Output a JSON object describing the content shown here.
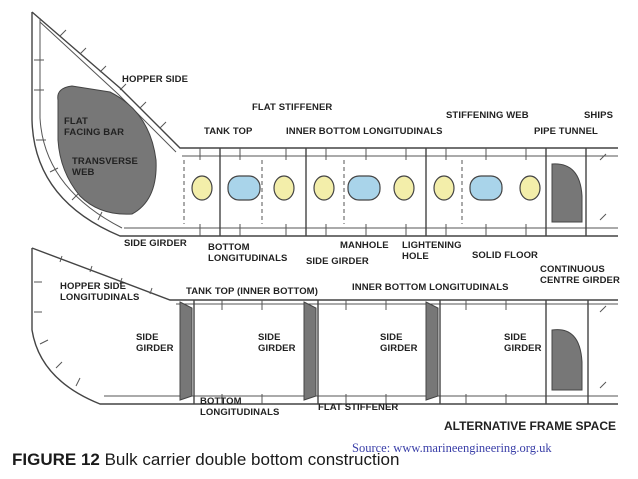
{
  "labels": {
    "hopper_side": "HOPPER SIDE",
    "flat_facing_bar": "FLAT\nFACING BAR",
    "transverse_web": "TRANSVERSE\nWEB",
    "flat_stiffener_top": "FLAT STIFFENER",
    "tank_top": "TANK TOP",
    "inner_bottom_longitudinals_top": "INNER BOTTOM LONGITUDINALS",
    "stiffening_web": "STIFFENING WEB",
    "ships": "SHIPS",
    "pipe_tunnel": "PIPE TUNNEL",
    "side_girder_top": "SIDE GIRDER",
    "bottom_longitudinals_top": "BOTTOM\nLONGITUDINALS",
    "manhole": "MANHOLE",
    "side_girder_mid": "SIDE GIRDER",
    "lightening_hole": "LIGHTENING\nHOLE",
    "solid_floor": "SOLID FLOOR",
    "continuous_centre_girder": "CONTINUOUS\nCENTRE GIRDER",
    "hopper_side_longitudinals": "HOPPER SIDE\nLONGITUDINALS",
    "tank_top_inner_bottom": "TANK TOP (INNER BOTTOM)",
    "inner_bottom_longitudinals_bottom": "INNER BOTTOM LONGITUDINALS",
    "side_girder_1": "SIDE\nGIRDER",
    "side_girder_2": "SIDE\nGIRDER",
    "side_girder_3": "SIDE\nGIRDER",
    "side_girder_4": "SIDE\nGIRDER",
    "bottom_longitudinals_bottom": "BOTTOM\nLONGITUDINALS",
    "flat_stiffener_bottom": "FLAT STIFFENER",
    "alternative_frame_space": "ALTERNATIVE FRAME SPACE"
  },
  "caption": {
    "figure": "FIGURE 12",
    "text": "Bulk carrier double bottom construction"
  },
  "source": "Source: www.marineengineering.org.uk",
  "colors": {
    "web_grey": "#777777",
    "lightening_hole_yellow": "#f3eeaa",
    "manhole_blue": "#a9d4ea",
    "outline": "#444444"
  }
}
